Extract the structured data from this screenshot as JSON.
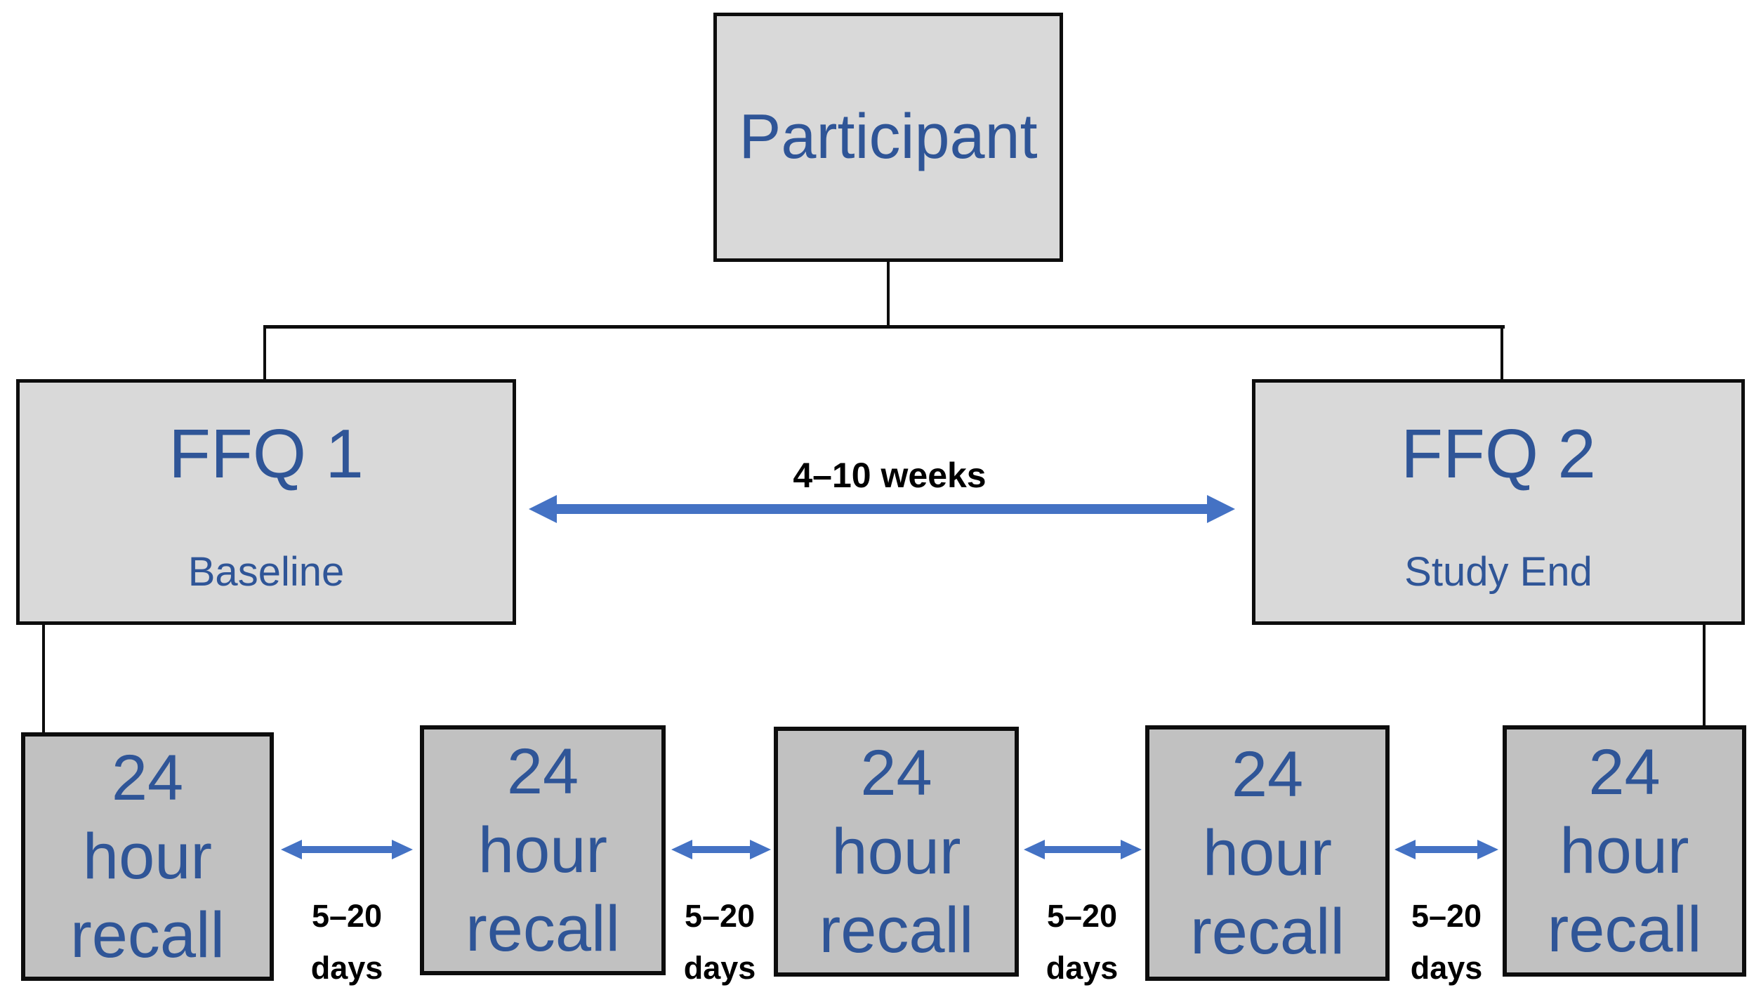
{
  "diagram": {
    "participant": {
      "label": "Participant"
    },
    "ffq_boxes": [
      {
        "title": "FFQ 1",
        "subtitle": "Baseline"
      },
      {
        "title": "FFQ 2",
        "subtitle": "Study End"
      }
    ],
    "ffq_interval_label": "4–10 weeks",
    "recall_boxes": [
      {
        "lines": [
          "24",
          "hour",
          "recall"
        ]
      },
      {
        "lines": [
          "24",
          "hour",
          "recall"
        ]
      },
      {
        "lines": [
          "24",
          "hour",
          "recall"
        ]
      },
      {
        "lines": [
          "24",
          "hour",
          "recall"
        ]
      },
      {
        "lines": [
          "24",
          "hour",
          "recall"
        ]
      }
    ],
    "recall_intervals": [
      {
        "value": "5–20",
        "unit": "days"
      },
      {
        "value": "5–20",
        "unit": "days"
      },
      {
        "value": "5–20",
        "unit": "days"
      },
      {
        "value": "5–20",
        "unit": "days"
      }
    ],
    "colors": {
      "box_fill_light": "#d9d9d9",
      "box_fill_dark": "#c1c1c1",
      "box_border": "#0d0d0d",
      "text_blue": "#2f5597",
      "arrow_blue": "#4472c4",
      "interval_text": "#000000"
    }
  }
}
